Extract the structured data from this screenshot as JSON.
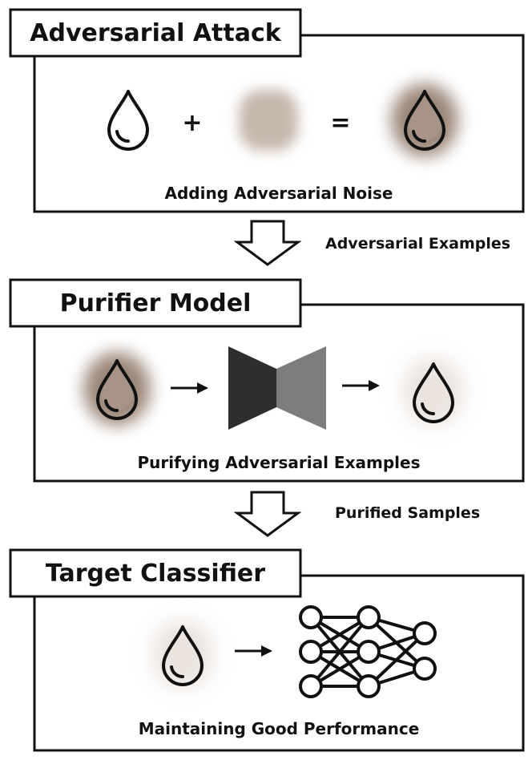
{
  "colors": {
    "stroke": "#111111",
    "noise": "#c6b7ab",
    "noise_dark": "#9a8a7c",
    "noise_halo": "#8a7260",
    "encoder": "#2e2e2e",
    "decoder": "#7d7d7d"
  },
  "sections": [
    {
      "title": "Adversarial Attack",
      "caption": "Adding Adversarial Noise"
    },
    {
      "title": "Purifier Model",
      "caption": "Purifying Adversarial Examples"
    },
    {
      "title": "Target Classifier",
      "caption": "Maintaining Good Performance"
    }
  ],
  "operators": {
    "plus": "+",
    "equals": "="
  },
  "flows": [
    {
      "label": "Adversarial Examples"
    },
    {
      "label": "Purified Samples"
    }
  ],
  "icons": {
    "drop": "water-drop-icon",
    "noise": "noise-blob-icon",
    "autoencoder": "autoencoder-icon",
    "network": "neural-network-icon",
    "arrow": "arrow-right-icon",
    "flow_arrow": "hollow-down-arrow-icon"
  }
}
